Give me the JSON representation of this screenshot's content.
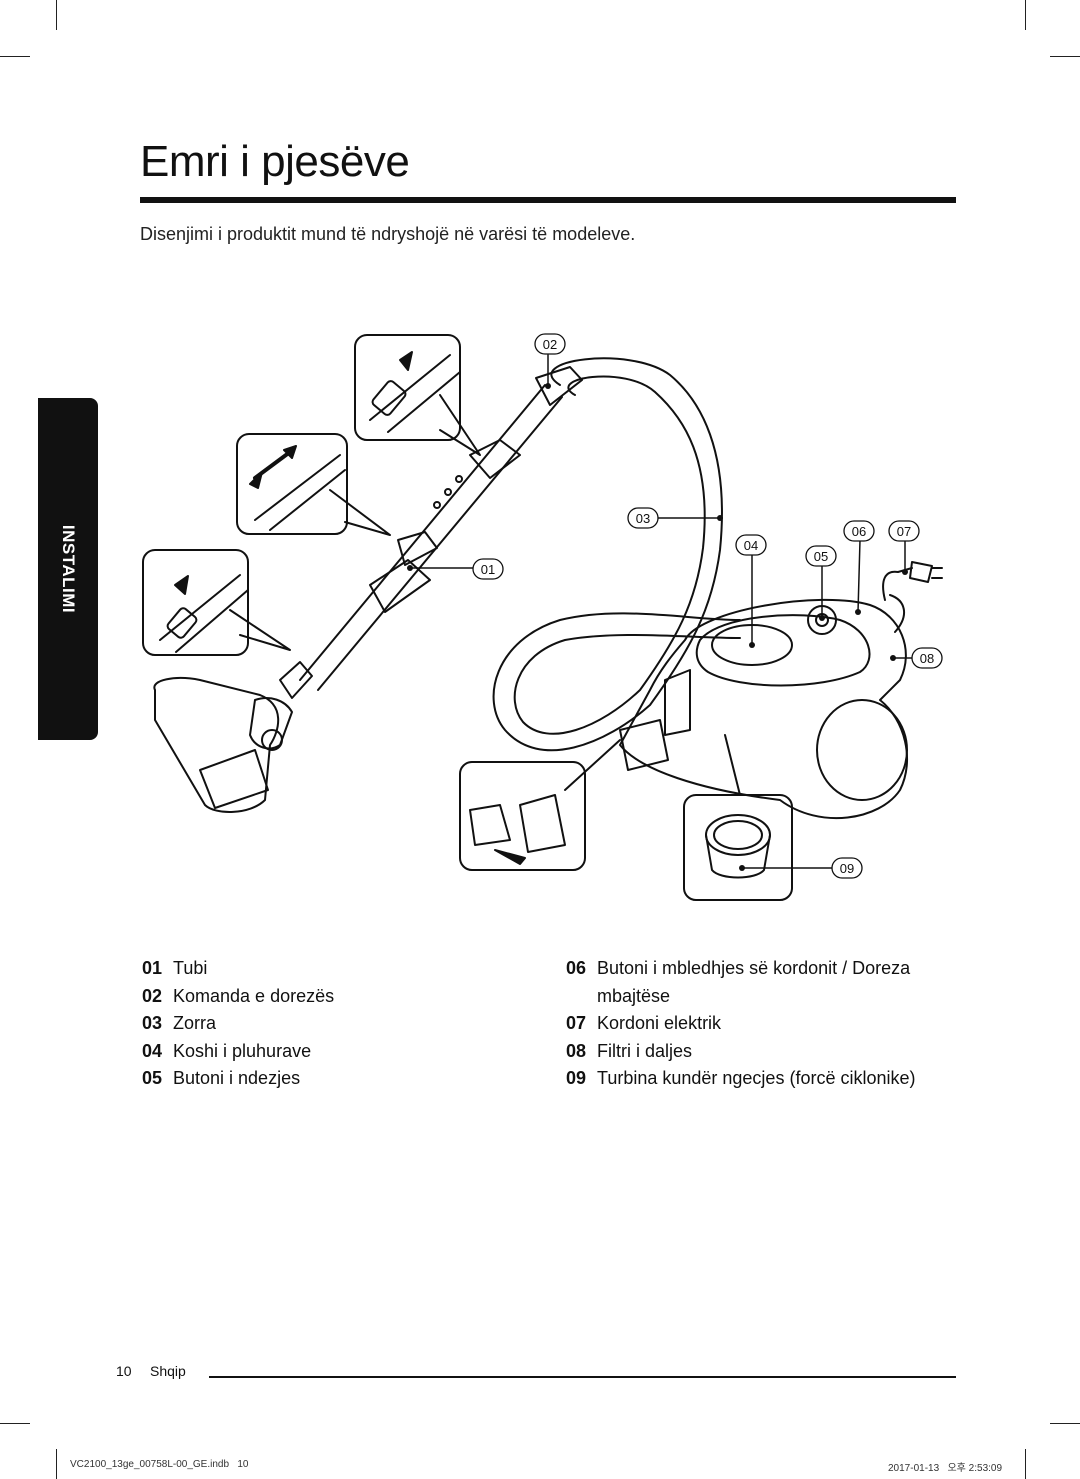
{
  "header": {
    "title": "Emri i pjesëve",
    "subtitle": "Disenjimi i produktit mund të ndryshojë në varësi të modeleve."
  },
  "side_tab": {
    "label": "INSTALIMI"
  },
  "diagram": {
    "callouts": [
      "01",
      "02",
      "03",
      "04",
      "05",
      "06",
      "07",
      "08",
      "09"
    ]
  },
  "parts": [
    {
      "num": "01",
      "label": "Tubi"
    },
    {
      "num": "02",
      "label": "Komanda e dorezës"
    },
    {
      "num": "03",
      "label": "Zorra"
    },
    {
      "num": "04",
      "label": "Koshi i pluhurave"
    },
    {
      "num": "05",
      "label": "Butoni i ndezjes"
    },
    {
      "num": "06",
      "label": "Butoni i mbledhjes së kordonit / Doreza mbajtëse"
    },
    {
      "num": "07",
      "label": "Kordoni elektrik"
    },
    {
      "num": "08",
      "label": "Filtri i daljes"
    },
    {
      "num": "09",
      "label": "Turbina kundër ngecjes (forcë ciklonike)"
    }
  ],
  "footer": {
    "page_number": "10",
    "language": "Shqip",
    "print_file": "VC2100_13ge_00758L-00_GE.indb   10",
    "print_date": "2017-01-13   오후 2:53:09"
  }
}
